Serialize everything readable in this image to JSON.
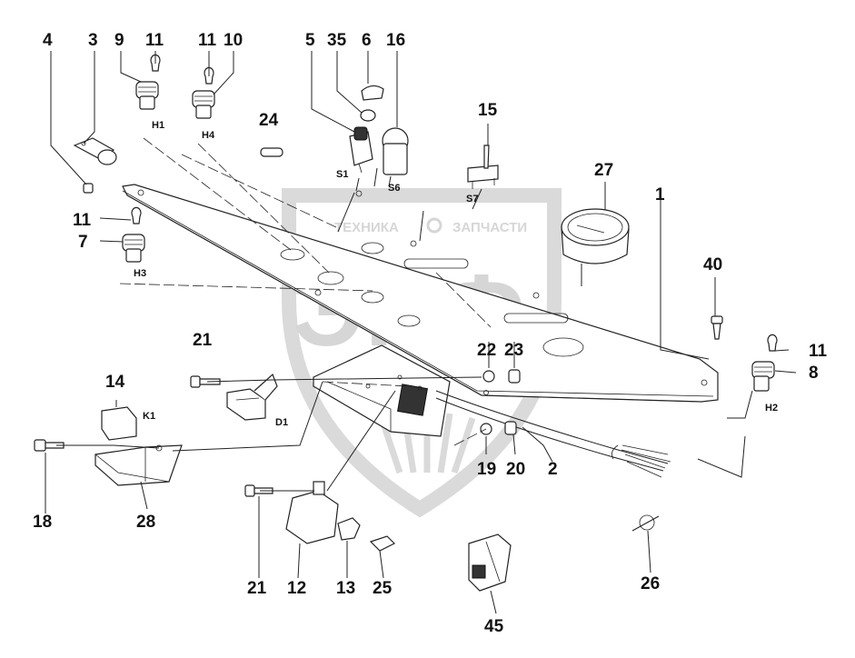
{
  "watermark": {
    "text_left": "ТЕХНИКА",
    "text_right": "ЗАПЧАСТИ",
    "big_text": "ЭПФ"
  },
  "part_numbers": {
    "n1": "1",
    "n2": "2",
    "n3": "3",
    "n4": "4",
    "n5": "5",
    "n6": "6",
    "n7": "7",
    "n8": "8",
    "n9": "9",
    "n10": "10",
    "n11_a": "11",
    "n11_b": "11",
    "n11_c": "11",
    "n11_d": "11",
    "n12": "12",
    "n13": "13",
    "n14": "14",
    "n15": "15",
    "n16": "16",
    "n18": "18",
    "n19": "19",
    "n20": "20",
    "n21_a": "21",
    "n21_b": "21",
    "n22": "22",
    "n23": "23",
    "n24": "24",
    "n25": "25",
    "n26": "26",
    "n27": "27",
    "n28": "28",
    "n35": "35",
    "n40": "40",
    "n45": "45"
  },
  "reference_labels": {
    "h1": "H1",
    "h2": "H2",
    "h3": "H3",
    "h4": "H4",
    "s1": "S1",
    "s6": "S6",
    "s7": "S7",
    "k1": "K1",
    "d1": "D1"
  }
}
